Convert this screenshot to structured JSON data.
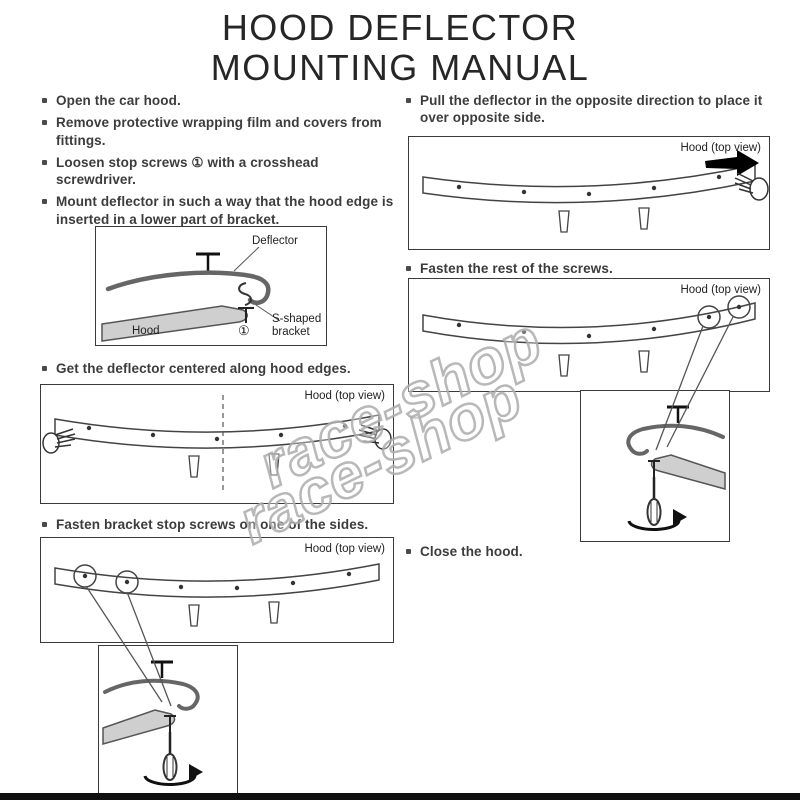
{
  "title": {
    "line1": "HOOD DEFLECTOR",
    "line2": "MOUNTING MANUAL"
  },
  "steps": {
    "open_hood": "Open the car hood.",
    "remove_film": "Remove protective wrapping film and covers from fittings.",
    "loosen_screws": "Loosen stop screws ① with a crosshead screwdriver.",
    "mount_deflector": "Mount deflector in such a way that the hood edge is inserted in a lower part of bracket.",
    "center_deflector": "Get the deflector centered along hood edges.",
    "fasten_one_side": "Fasten bracket stop screws on one of the sides.",
    "pull_opposite": "Pull the deflector in the opposite direction to place it over opposite side.",
    "fasten_rest": "Fasten the rest of the screws.",
    "close_hood": "Close the hood."
  },
  "diagram_labels": {
    "deflector": "Deflector",
    "hood": "Hood",
    "s_bracket": "S-shaped bracket",
    "hood_top_view": "Hood (top view)",
    "screw_number": "①"
  },
  "watermark": {
    "text": "race-shop"
  },
  "colors": {
    "hood_fill": "#cfcfcf",
    "line": "#444444",
    "watermark_stroke": "#c0c0c0"
  }
}
